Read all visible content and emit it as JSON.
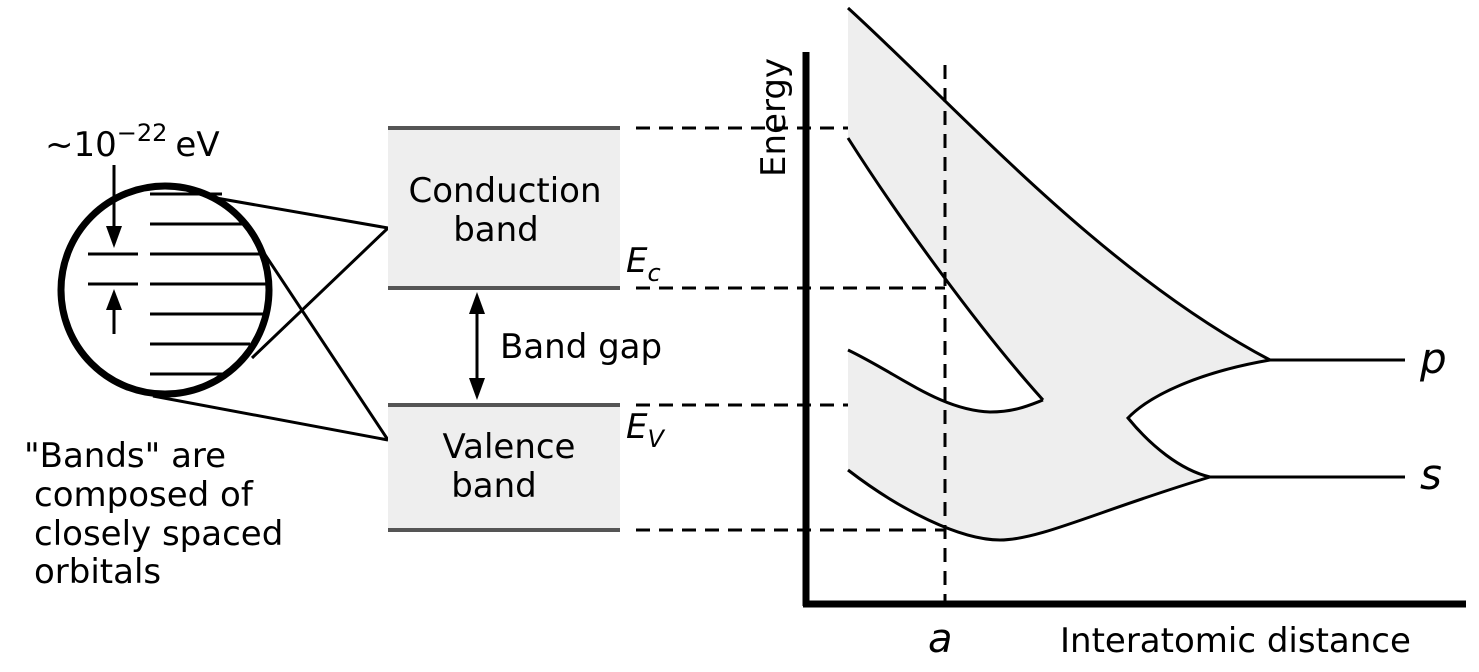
{
  "colors": {
    "background": "#ffffff",
    "ink": "#000000",
    "band_fill": "#eeeeee",
    "band_edge": "#555555"
  },
  "zoom": {
    "spacing_prefix": "~10",
    "spacing_exponent": "−22",
    "spacing_unit": "eV",
    "caption_lines": [
      "\"Bands\" are",
      "composed of",
      "closely spaced",
      "orbitals"
    ]
  },
  "bands": {
    "conduction_line1": "Conduction",
    "conduction_line2": "band",
    "valence_line1": "Valence",
    "valence_line2": "band",
    "gap_label": "Band gap",
    "ec_symbol": "E",
    "ec_subscript": "c",
    "ev_symbol": "E",
    "ev_subscript": "V"
  },
  "plot": {
    "y_axis_label": "Energy",
    "x_axis_label": "Interatomic distance",
    "a_marker": "a",
    "p_label": "p",
    "s_label": "s"
  }
}
